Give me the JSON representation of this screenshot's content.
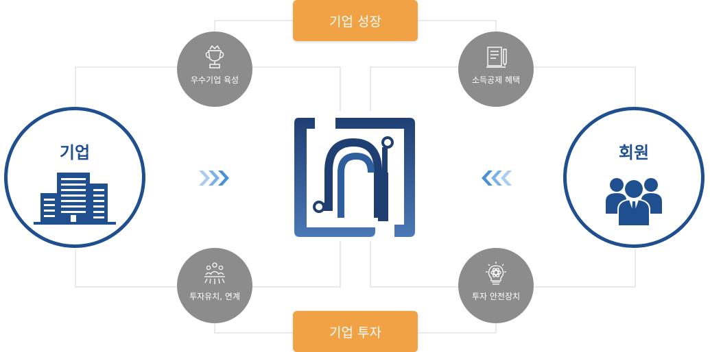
{
  "top_pill": {
    "label": "기업 성장"
  },
  "bottom_pill": {
    "label": "기업 투자"
  },
  "left_circle": {
    "label": "기업",
    "icon": "buildings-icon"
  },
  "right_circle": {
    "label": "회원",
    "icon": "people-icon"
  },
  "nodes": {
    "top_left": {
      "label": "우수기업 육성",
      "icon": "trophy-icon"
    },
    "top_right": {
      "label": "소득공제 혜택",
      "icon": "document-pen-icon"
    },
    "bottom_left": {
      "label": "투자유치, 연계",
      "icon": "network-people-icon"
    },
    "bottom_right": {
      "label": "투자 안전장치",
      "icon": "lightbulb-atom-icon"
    }
  },
  "colors": {
    "navy": "#1f4f8f",
    "orange": "#f0a245",
    "gray_circle": "#8c8c8c",
    "chevron": "#5b9bd5",
    "connector": "#d9d9d9"
  }
}
